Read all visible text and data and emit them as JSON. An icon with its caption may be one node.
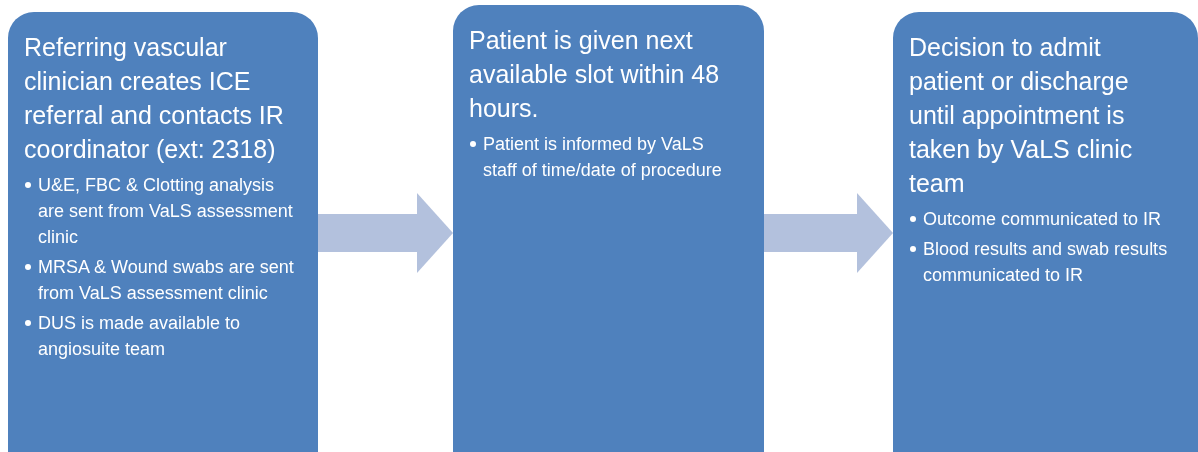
{
  "diagram": {
    "nodes": [
      {
        "text": [
          "Referring vascular clinician creates ICE referral and contacts IR coordinator (ext: 2318)",
          "U&E, FBC & Clotting analysis are sent from VaLS assessment clinic",
          "MRSA & Wound swabs are sent from VaLS assessment clinic",
          "DUS is made available to angiosuite team"
        ]
      },
      {
        "text": [
          "Patient is given next available slot within 48 hours.",
          "Patient is informed by VaLS staff of time/date of procedure"
        ]
      },
      {
        "text": [
          "Decision to admit patient or discharge until appointment is taken by VaLS clinic team",
          "Outcome communicated to IR",
          "Blood results and swab results communicated to IR"
        ]
      }
    ],
    "edges": [
      {
        "from": 0,
        "to": 1,
        "arrow": "to"
      },
      {
        "from": 1,
        "to": 2,
        "arrow": "to"
      }
    ]
  }
}
